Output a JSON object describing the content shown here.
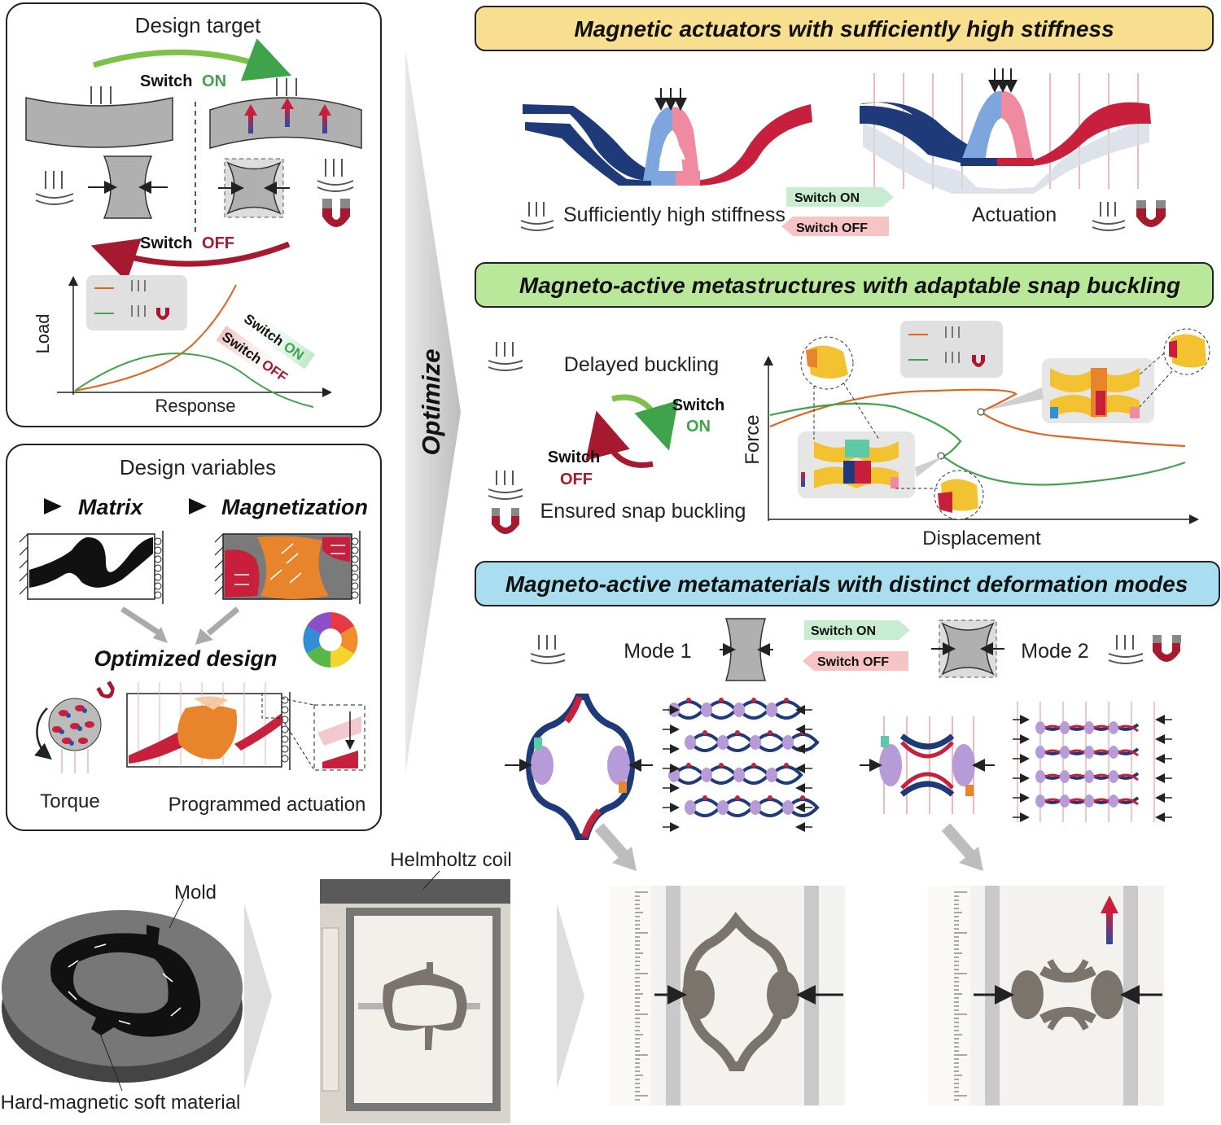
{
  "design_target": {
    "title": "Design target",
    "switch_word": "Switch",
    "on": "ON",
    "off": "OFF",
    "y_axis": "Load",
    "x_axis": "Response"
  },
  "design_variables": {
    "title": "Design variables",
    "matrix": "Matrix",
    "magnetization": "Magnetization",
    "optimized": "Optimized design",
    "torque": "Torque",
    "programmed": "Programmed actuation"
  },
  "optimize": "Optimize",
  "banner1": {
    "title": "Magnetic actuators with sufficiently high stiffness",
    "stiffness": "Sufficiently high stiffness",
    "actuation": "Actuation",
    "switch_on": "Switch ON",
    "switch_off": "Switch OFF"
  },
  "banner2": {
    "title": "Magneto-active metastructures with adaptable snap buckling",
    "delayed": "Delayed buckling",
    "ensured": "Ensured snap buckling",
    "y_axis": "Force",
    "x_axis": "Displacement"
  },
  "banner3": {
    "title": "Magneto-active metamaterials with distinct deformation modes",
    "mode1": "Mode 1",
    "mode2": "Mode 2",
    "switch_on": "Switch ON",
    "switch_off": "Switch OFF"
  },
  "photos": {
    "mold": "Mold",
    "material": "Hard-magnetic soft material",
    "coil": "Helmholtz coil"
  },
  "colors": {
    "banner1": "#f7df8f",
    "banner2": "#b9e89a",
    "banner3": "#a9def0",
    "on_green": "#3ea34a",
    "off_red": "#a6192e",
    "navy": "#1e3a78",
    "crimson": "#c8203c",
    "orange": "#e8852c",
    "gold": "#f2c230",
    "lilac": "#b79bd8"
  }
}
